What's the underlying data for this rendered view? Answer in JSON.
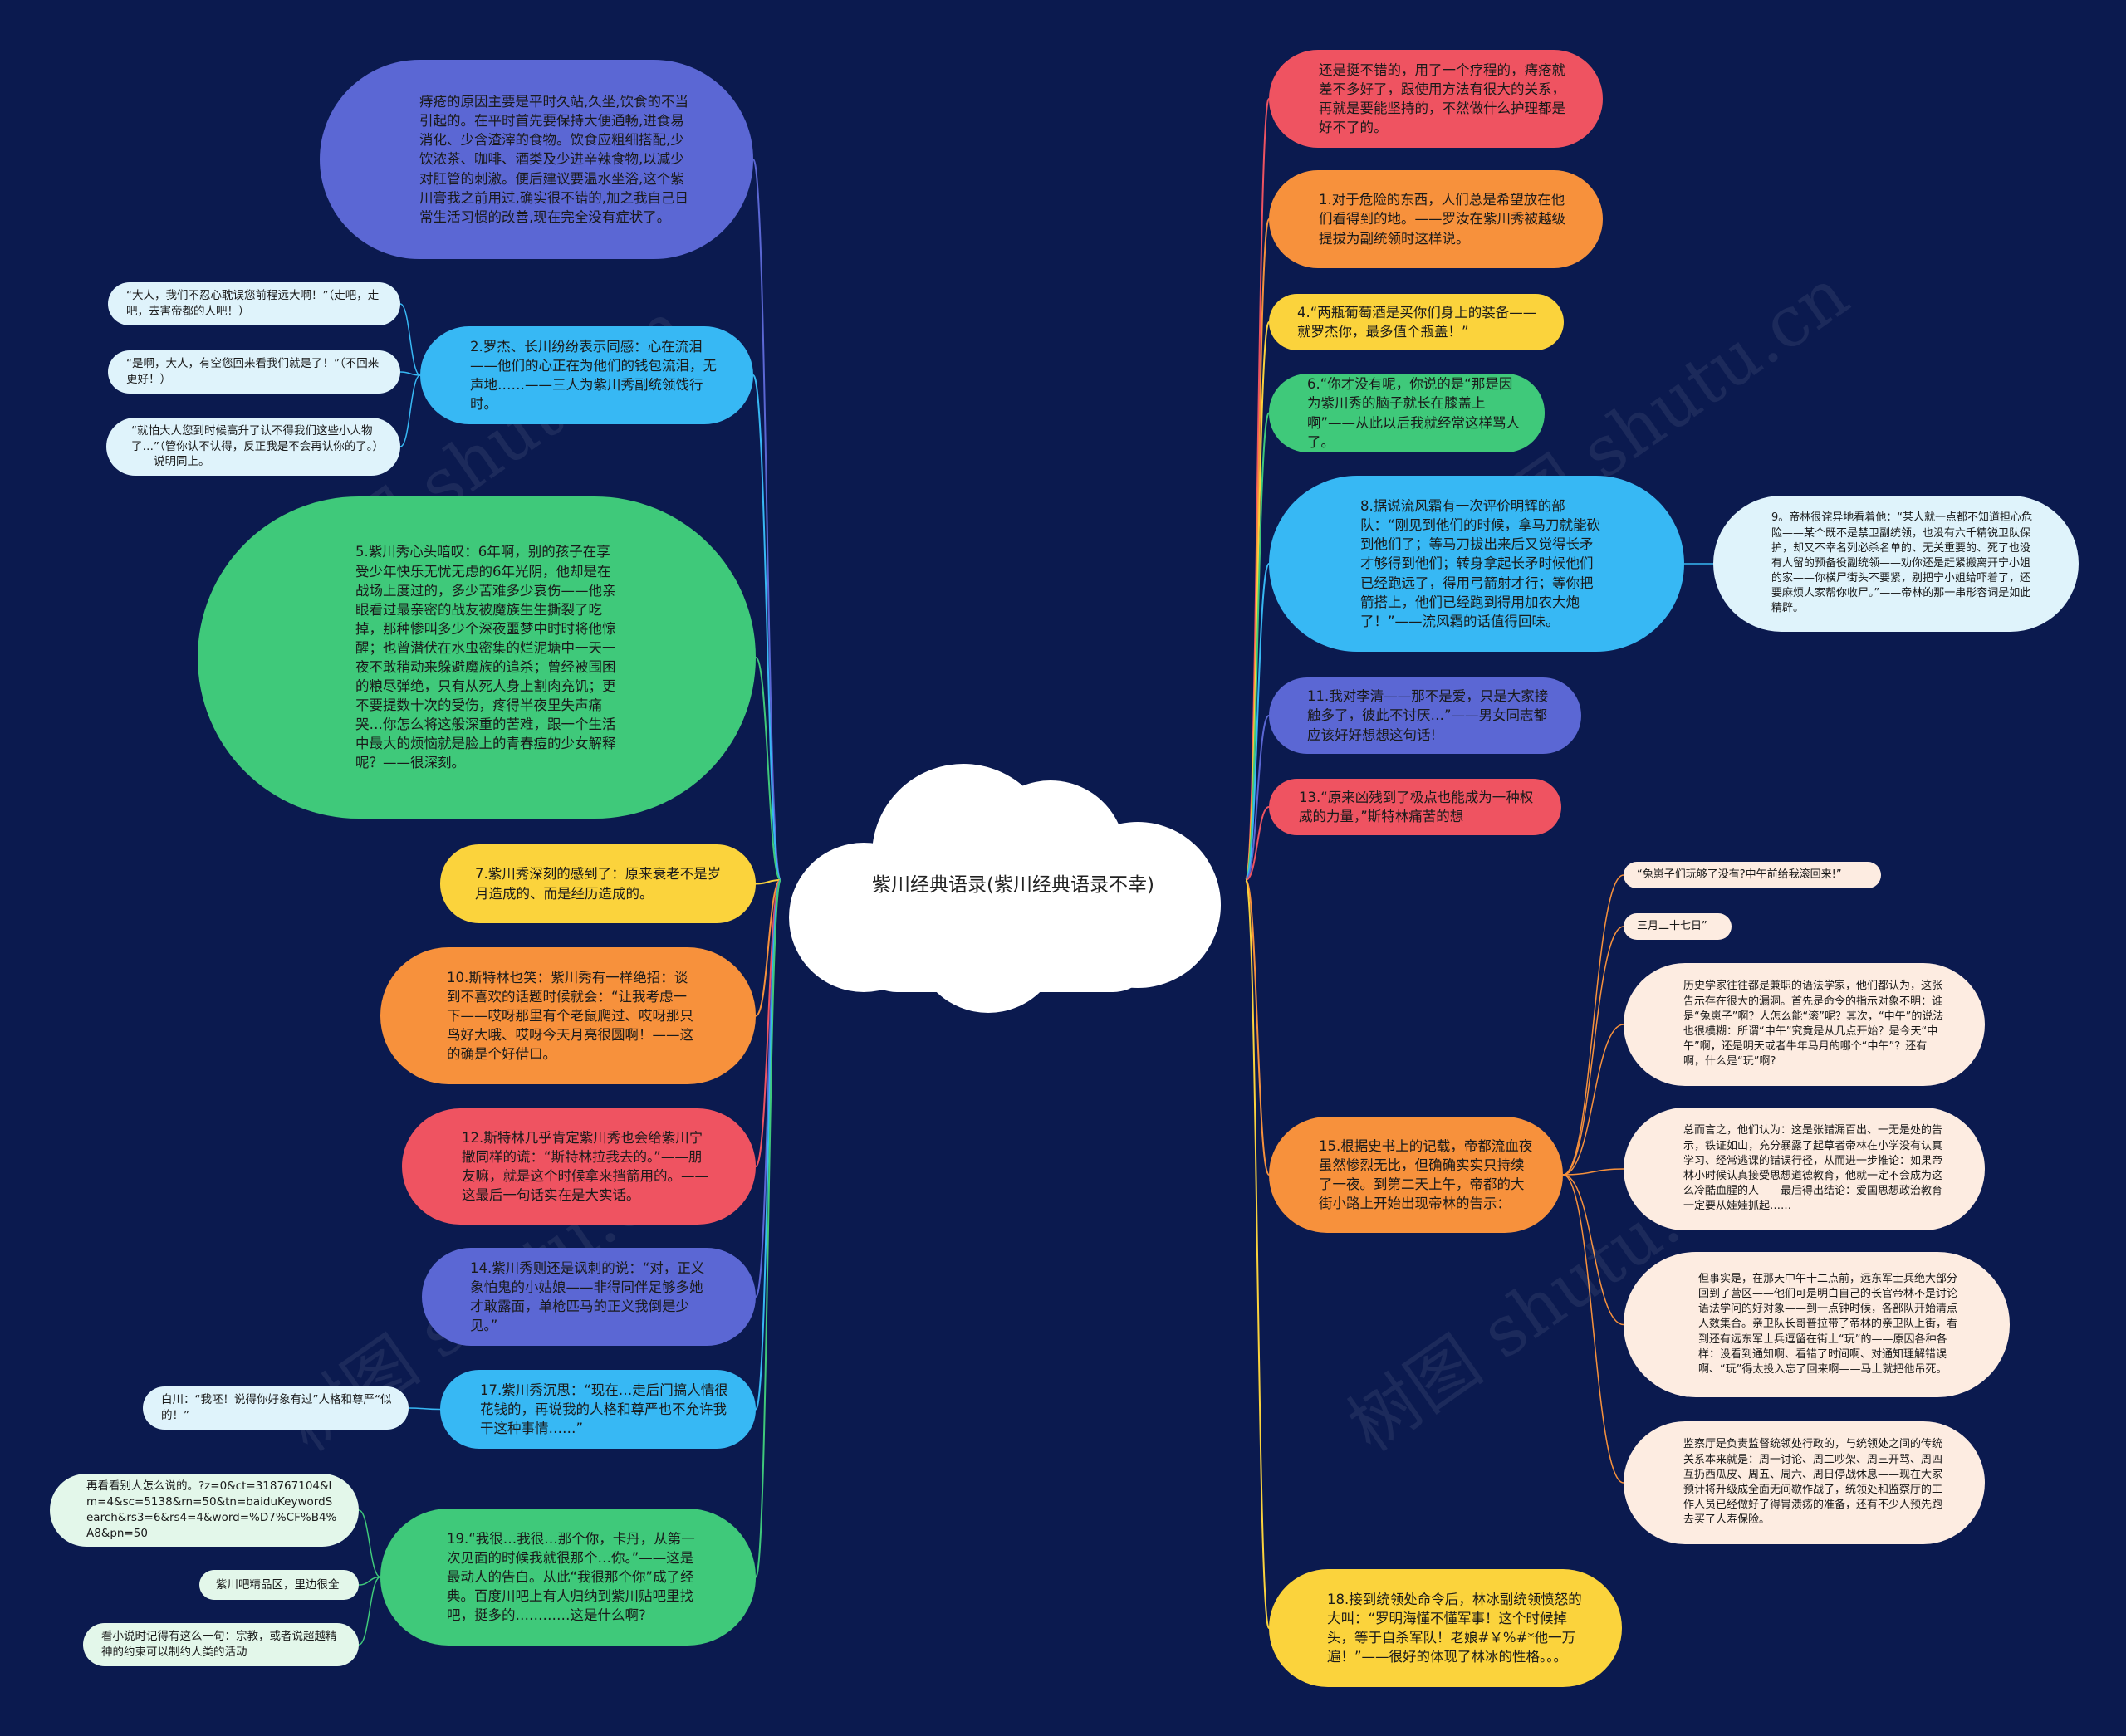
{
  "title": "紫川经典语录(紫川经典语录不幸)",
  "watermark": "树图 shutu.cn",
  "colors": {
    "background": "#0b1a4f",
    "purple": "#5b67d4",
    "blue": "#37b8f4",
    "green": "#3fc97a",
    "yellow": "#fbd33c",
    "orange": "#f7913c",
    "red": "#ef5361",
    "light_blue": "#dff3fb",
    "light_green": "#e3f7ea",
    "light_peach": "#fdece1"
  },
  "left_branches": [
    {
      "id": "L1",
      "color": "purple",
      "text": "痔疮的原因主要是平时久站,久坐,饮食的不当引起的。在平时首先要保持大便通畅,进食易消化、少含渣滓的食物。饮食应粗细搭配,少饮浓茶、咖啡、酒类及少进辛辣食物,以减少对肛管的刺激。便后建议要温水坐浴,这个紫川膏我之前用过,确实很不错的,加之我自己日常生活习惯的改善,现在完全没有症状了。"
    },
    {
      "id": "L2",
      "color": "blue",
      "text": "2.罗杰、长川纷纷表示同感：心在流泪——他们的心正在为他们的钱包流泪，无声地……——三人为紫川秀副统领饯行时。"
    },
    {
      "id": "L3",
      "color": "green",
      "text": "5.紫川秀心头暗叹：6年啊，别的孩子在享受少年快乐无忧无虑的6年光阴，他却是在战场上度过的，多少苦难多少哀伤——他亲眼看过最亲密的战友被魔族生生撕裂了吃掉，那种惨叫多少个深夜噩梦中时时将他惊醒；也曾潜伏在水虫密集的烂泥塘中一天一夜不敢稍动来躲避魔族的追杀；曾经被围困的粮尽弹绝，只有从死人身上割肉充饥；更不要提数十次的受伤，疼得半夜里失声痛哭…你怎么将这般深重的苦难，跟一个生活中最大的烦恼就是脸上的青春痘的少女解释呢？——很深刻。"
    },
    {
      "id": "L4",
      "color": "yellow",
      "text": "7.紫川秀深刻的感到了：原来衰老不是岁月造成的、而是经历造成的。"
    },
    {
      "id": "L5",
      "color": "orange",
      "text": "10.斯特林也笑：紫川秀有一样绝招：谈到不喜欢的话题时候就会：“让我考虑一下——哎呀那里有个老鼠爬过、哎呀那只鸟好大哦、哎呀今天月亮很圆啊！——这的确是个好借口。"
    },
    {
      "id": "L6",
      "color": "red",
      "text": "12.斯特林几乎肯定紫川秀也会给紫川宁撒同样的谎：“斯特林拉我去的。”——朋友嘛，就是这个时候拿来挡箭用的。——这最后一句话实在是大实话。"
    },
    {
      "id": "L7",
      "color": "purple",
      "text": "14.紫川秀则还是讽刺的说：“对，正义象怕鬼的小姑娘——非得同伴足够多她才敢露面，单枪匹马的正义我倒是少见。”"
    },
    {
      "id": "L8",
      "color": "blue",
      "text": "17.紫川秀沉思：“现在…走后门搞人情很花钱的，再说我的人格和尊严也不允许我干这种事情……”"
    },
    {
      "id": "L9",
      "color": "green",
      "text": "19.“我很…我很…那个你，卡丹，从第一次见面的时候我就很那个…你。”——这是最动人的告白。从此“我很那个你”成了经典。百度川吧上有人归纳到紫川贴吧里找吧，挺多的…………这是什么啊?"
    }
  ],
  "left_leaves": [
    {
      "id": "LL1",
      "parent": "L2",
      "text": "“大人，我们不忍心耽误您前程远大啊！”（走吧，走吧，去害帝都的人吧！）"
    },
    {
      "id": "LL2",
      "parent": "L2",
      "text": "“是啊，大人，有空您回来看我们就是了！”（不回来更好！）"
    },
    {
      "id": "LL3",
      "parent": "L2",
      "text": "“就怕大人您到时候高升了认不得我们这些小人物了…”（管你认不认得，反正我是不会再认你的了。）——说明同上。"
    },
    {
      "id": "LL4",
      "parent": "L8",
      "text": "白川：“我呸！说得你好象有过”人格和尊严“似的！”"
    },
    {
      "id": "LL5",
      "parent": "L9",
      "text": "再看看别人怎么说的。?z=0&ct=318767104&lm=4&sc=5138&rn=50&tn=baiduKeywordSearch&rs3=6&rs4=4&word=%D7%CF%B4%A8&pn=50"
    },
    {
      "id": "LL6",
      "parent": "L9",
      "text": "紫川吧精品区，里边很全"
    },
    {
      "id": "LL7",
      "parent": "L9",
      "text": "看小说时记得有这么一句：宗教，或者说超越精神的约束可以制约人类的活动"
    }
  ],
  "right_branches": [
    {
      "id": "R1",
      "color": "red",
      "text": "还是挺不错的，用了一个疗程的，痔疮就差不多好了，跟使用方法有很大的关系，再就是要能坚持的，不然做什么护理都是好不了的。"
    },
    {
      "id": "R2",
      "color": "orange",
      "text": "1.对于危险的东西，人们总是希望放在他们看得到的地。——罗汝在紫川秀被越级提拔为副统领时这样说。"
    },
    {
      "id": "R3",
      "color": "yellow",
      "text": "4.“两瓶葡萄酒是买你们身上的装备——就罗杰你，最多值个瓶盖！”"
    },
    {
      "id": "R4",
      "color": "green",
      "text": "6.“你才没有呢，你说的是“那是因为紫川秀的脑子就长在膝盖上啊”——从此以后我就经常这样骂人了。"
    },
    {
      "id": "R5",
      "color": "blue",
      "text": "8.据说流风霜有一次评价明辉的部队：“刚见到他们的时候，拿马刀就能砍到他们了；等马刀拔出来后又觉得长矛才够得到他们；转身拿起长矛时候他们已经跑远了，得用弓箭射才行；等你把箭搭上，他们已经跑到得用加农大炮了！”——流风霜的话值得回味。"
    },
    {
      "id": "R6",
      "color": "purple",
      "text": "11.我对李清——那不是爱，只是大家接触多了，彼此不讨厌…”——男女同志都应该好好想想这句话!"
    },
    {
      "id": "R7",
      "color": "red",
      "text": "13.“原来凶残到了极点也能成为一种权威的力量，”斯特林痛苦的想"
    },
    {
      "id": "R8",
      "color": "orange",
      "text": "15.根据史书上的记载，帝都流血夜虽然惨烈无比，但确确实实只持续了一夜。到第二天上午，帝都的大街小路上开始出现帝林的告示："
    },
    {
      "id": "R9",
      "color": "yellow",
      "text": "18.接到统领处命令后，林冰副统领愤怒的大叫：“罗明海懂不懂军事！这个时候掉头，等于自杀军队！老娘#￥%#*他一万遍！”——很好的体现了林冰的性格。。。"
    }
  ],
  "right_leaves": [
    {
      "id": "RL1",
      "parent": "R5",
      "text": "9。帝林很诧异地看着他：“某人就一点都不知道担心危险——某个既不是禁卫副统领，也没有六千精锐卫队保护，却又不幸名列必杀名单的、无关重要的、死了也没有人留的预备役副统领——劝你还是赶紧搬离开宁小姐的家——你横尸街头不要紧，别把宁小姐给吓着了，还要麻烦人家帮你收尸。”——帝林的那一串形容词是如此精辟。"
    },
    {
      "id": "RL2",
      "parent": "R8",
      "text": "“兔崽子们玩够了没有?中午前给我滚回来!”"
    },
    {
      "id": "RL3",
      "parent": "R8",
      "text": "三月二十七日”"
    },
    {
      "id": "RL4",
      "parent": "R8",
      "text": "历史学家往往都是兼职的语法学家，他们都认为，这张告示存在很大的漏洞。首先是命令的指示对象不明：谁是“兔崽子”啊？人怎么能“滚”呢？其次，“中午”的说法也很模糊：所谓“中午”究竟是从几点开始？是今天“中午”啊，还是明天或者牛年马月的哪个“中午”？还有啊，什么是“玩”啊?"
    },
    {
      "id": "RL5",
      "parent": "R8",
      "text": "总而言之，他们认为：这是张错漏百出、一无是处的告示，铁证如山，充分暴露了起草者帝林在小学没有认真学习、经常逃课的错误行径，从而进一步推论：如果帝林小时候认真接受思想道德教育，他就一定不会成为这么冷酷血腥的人——最后得出结论：爱国思想政治教育一定要从娃娃抓起……"
    },
    {
      "id": "RL6",
      "parent": "R8",
      "text": "但事实是，在那天中午十二点前，远东军士兵绝大部分回到了营区——他们可是明白自己的长官帝林不是讨论语法学问的好对象——到一点钟时候，各部队开始清点人数集合。亲卫队长哥普拉带了帝林的亲卫队上街，看到还有远东军士兵逗留在街上“玩”的——原因各种各样：没看到通知啊、看错了时间啊、对通知理解错误啊、“玩”得太投入忘了回来啊——马上就把他吊死。"
    },
    {
      "id": "RL7",
      "parent": "R8",
      "text": "监察厅是负责监督统领处行政的，与统领处之间的传统关系本来就是：周一讨论、周二吵架、周三开骂、周四互扔西瓜皮、周五、周六、周日停战休息——现在大家预计将升级成全面无间歇作战了，统领处和监察厅的工作人员已经做好了得胃溃疡的准备，还有不少人预先跑去买了人寿保险。"
    }
  ]
}
